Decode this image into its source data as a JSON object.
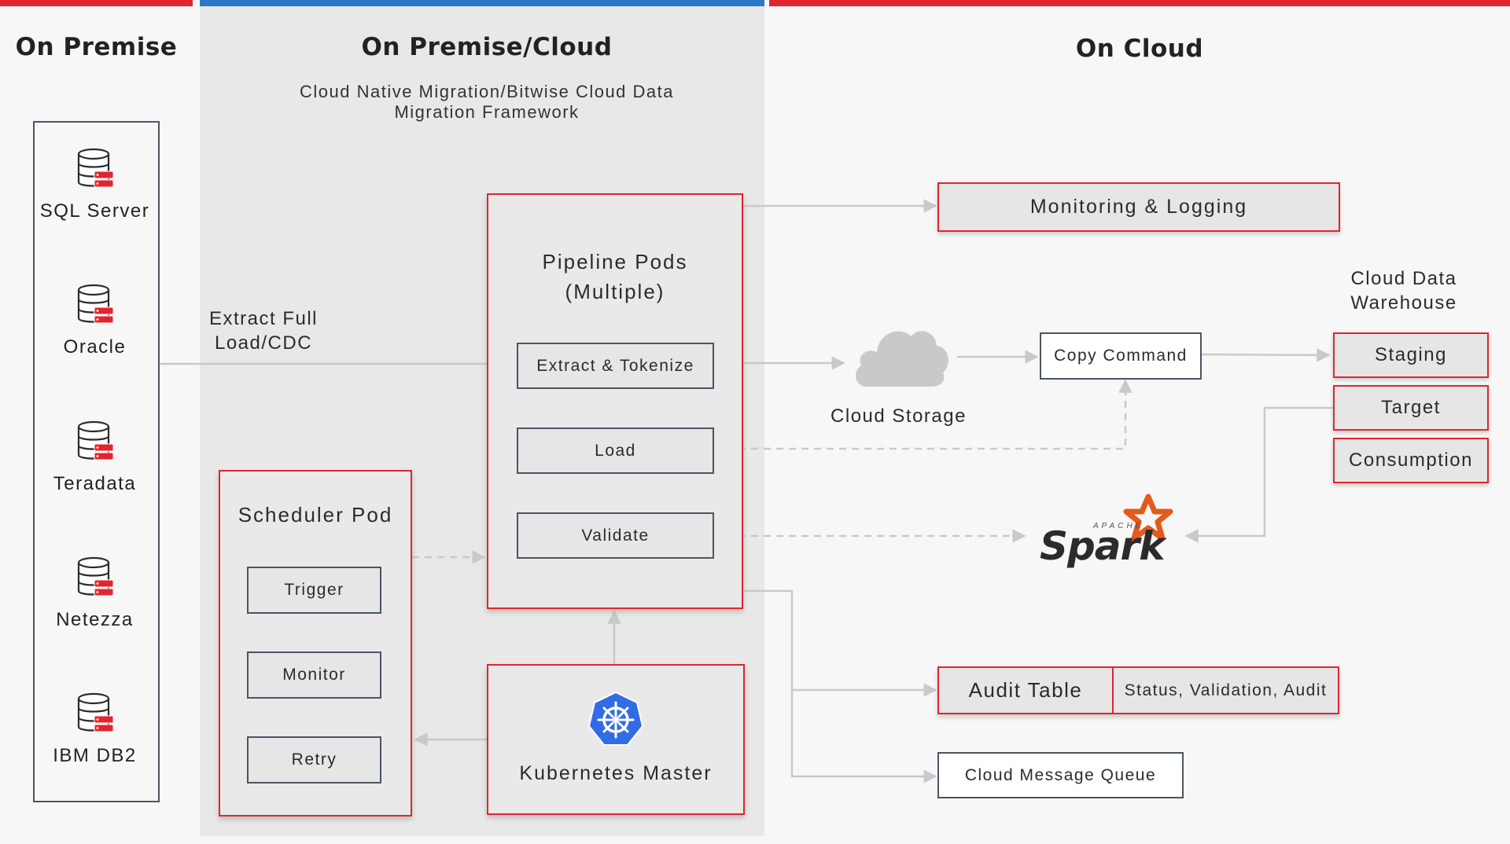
{
  "sections": {
    "on_premise": "On Premise",
    "hybrid": "On Premise/Cloud",
    "hybrid_subtitle_line1": "Cloud Native Migration/Bitwise Cloud Data",
    "hybrid_subtitle_line2": "Migration Framework",
    "cloud": "On Cloud"
  },
  "databases": [
    "SQL Server",
    "Oracle",
    "Teradata",
    "Netezza",
    "IBM DB2"
  ],
  "extract_label_line1": "Extract Full",
  "extract_label_line2": "Load/CDC",
  "pipeline": {
    "title_line1": "Pipeline Pods",
    "title_line2": "(Multiple)",
    "steps": [
      "Extract & Tokenize",
      "Load",
      "Validate"
    ]
  },
  "scheduler": {
    "title": "Scheduler Pod",
    "steps": [
      "Trigger",
      "Monitor",
      "Retry"
    ]
  },
  "kubernetes": {
    "title": "Kubernetes Master"
  },
  "monitoring": "Monitoring & Logging",
  "cloud_storage": "Cloud Storage",
  "copy_command": "Copy Command",
  "warehouse": {
    "title_line1": "Cloud Data",
    "title_line2": "Warehouse",
    "layers": [
      "Staging",
      "Target",
      "Consumption"
    ]
  },
  "spark": {
    "small": "APACHE",
    "big": "Spark"
  },
  "audit": {
    "title": "Audit Table",
    "detail": "Status, Validation, Audit"
  },
  "message_queue": "Cloud Message Queue",
  "colors": {
    "accent_red": "#e0262d",
    "accent_blue": "#2a78c8",
    "border_grey": "#4a5563",
    "kubernetes_blue": "#326ce5",
    "spark_orange": "#e25a1c"
  }
}
